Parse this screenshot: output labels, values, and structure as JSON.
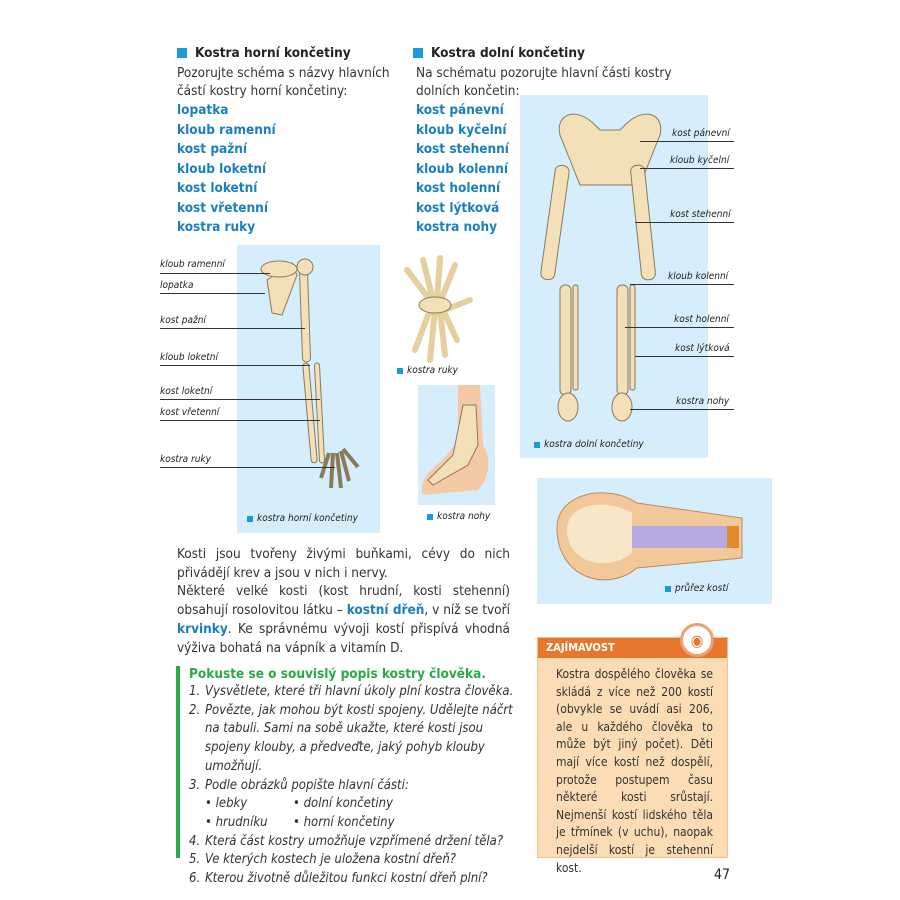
{
  "upper": {
    "title": "Kostra horní končetiny",
    "intro": "Pozorujte schéma s názvy hlavních částí kostry horní končetiny:",
    "terms": [
      "lopatka",
      "kloub ramenní",
      "kost pažní",
      "kloub loketní",
      "kost loketní",
      "kost vřetenní",
      "kostra ruky"
    ],
    "labels": [
      "kloub ramenní",
      "lopatka",
      "kost pažní",
      "kloub loketní",
      "kost loketní",
      "kost vřetenní",
      "kostra ruky"
    ],
    "caption": "kostra horní končetiny"
  },
  "lower": {
    "title": "Kostra dolní končetiny",
    "intro": "Na schématu pozorujte hlavní části kostry dolních končetin:",
    "terms": [
      "kost pánevní",
      "kloub kyčelní",
      "kost stehenní",
      "kloub kolenní",
      "kost holenní",
      "kost lýtková",
      "kostra nohy"
    ],
    "labels": [
      "kost pánevní",
      "kloub kyčelní",
      "kost stehenní",
      "kloub kolenní",
      "kost holenní",
      "kost lýtková",
      "kostra nohy"
    ],
    "caption": "kostra dolní končetiny"
  },
  "hand_caption": "kostra ruky",
  "foot_caption": "kostra nohy",
  "section_caption": "průřez kostí",
  "para": {
    "p1": "Kosti jsou tvořeny živými buňkami, cévy do nich přivádějí krev a jsou v nich i nervy.",
    "p2a": "Některé velké kosti (kost hrudní, kosti stehenní) obsahují rosolovitou látku – ",
    "p2b": "kostní dřeň",
    "p2c": ", v níž se tvoří ",
    "p2d": "krvinky",
    "p2e": ". Ke správnému vývoji kostí přispívá vhodná výživa bohatá na vápník a vitamín D."
  },
  "tasks": {
    "title": "Pokuste se o souvislý popis kostry člověka.",
    "items": [
      "Vysvětlete, které tři hlavní úkoly plní kostra člověka.",
      "Povězte, jak mohou být kosti spojeny. Udělejte náčrt na tabuli. Sami na sobě ukažte, které kosti jsou spojeny klouby, a předveďte, jaký pohyb klouby umožňují.",
      "Podle obrázků popište hlavní části:",
      "Která část kostry umožňuje vzpřímené držení těla?",
      "Ve kterých kostech je uložena kostní dřeň?",
      "Kterou životně důležitou funkci kostní dřeň plní?"
    ],
    "bullets": [
      "lebky",
      "dolní končetiny",
      "hrudníku",
      "horní končetiny"
    ]
  },
  "fact": {
    "title": "ZAJÍMAVOST",
    "text": "Kostra dospělého člověka se skládá z více než 200 kostí (obvykle se uvádí asi 206, ale u každého člověka to může být jiný počet). Děti mají více kostí než dospělí, protože postupem času některé kosti srůstají. Nejmenší kostí lidského těla je třmínek (v uchu), naopak nejdelší kostí je stehenní kost."
  },
  "page_number": "47"
}
